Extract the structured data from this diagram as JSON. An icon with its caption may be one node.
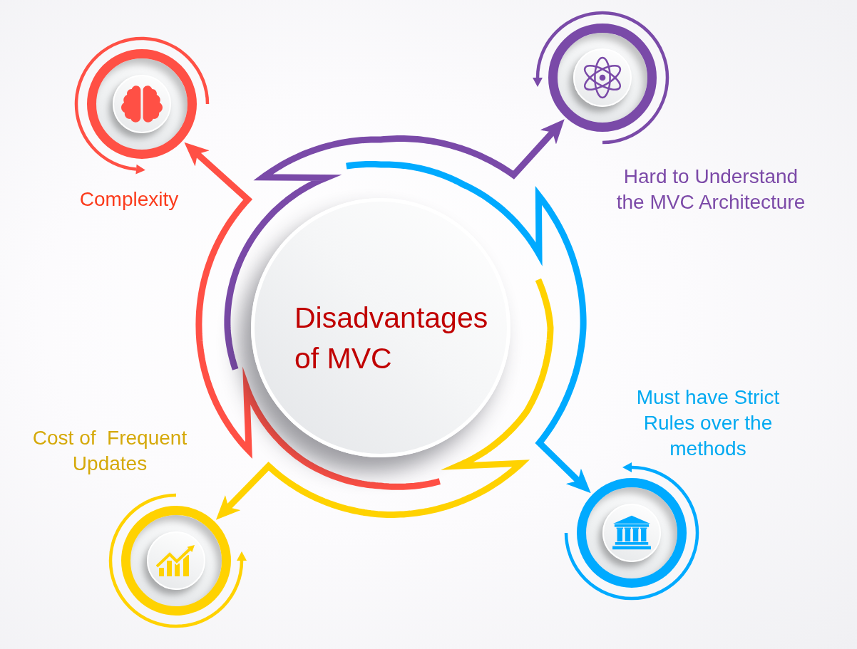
{
  "diagram": {
    "nodes": [
      {
        "text": [],
        "shape": "circle",
        "beside": [
          "Complexity"
        ]
      },
      {
        "text": [],
        "shape": "circle",
        "beside": [
          "Hard to Understand the MVC Architecture"
        ]
      },
      {
        "text": [
          "Disadvantages of MVC"
        ]
      },
      {
        "text": [],
        "shape": "circle",
        "beside": [
          "Cost of  Frequent Updates"
        ]
      },
      {
        "text": [],
        "shape": "circle",
        "beside": [
          "Must have Strict Rules over the methods"
        ]
      }
    ],
    "edges": [
      {
        "from": 2,
        "to": 0,
        "arrow": "to",
        "color": "#ff5045"
      },
      {
        "from": 2,
        "to": 1,
        "arrow": "to",
        "color": "#7a4aa8"
      },
      {
        "from": 2,
        "to": 4,
        "arrow": "to",
        "color": "#00aaff"
      },
      {
        "from": 2,
        "to": 3,
        "arrow": "to",
        "color": "#ffd200"
      }
    ]
  }
}
